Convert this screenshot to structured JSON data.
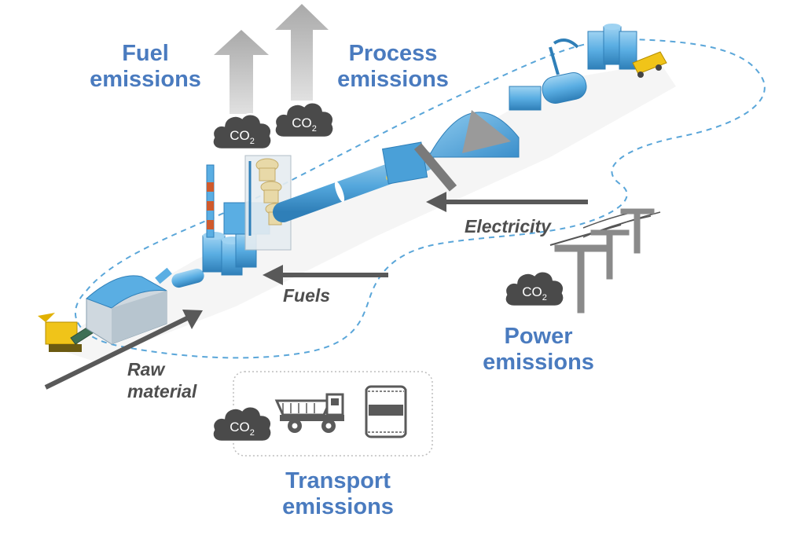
{
  "labels": {
    "fuel_emissions": [
      "Fuel",
      "emissions"
    ],
    "process_emissions": [
      "Process",
      "emissions"
    ],
    "power_emissions": [
      "Power",
      "emissions"
    ],
    "transport_emissions": [
      "Transport",
      "emissions"
    ],
    "electricity": "Electricity",
    "fuels": "Fuels",
    "raw_material": [
      "Raw",
      "material"
    ]
  },
  "co2": {
    "main": "CO",
    "subscript": "2"
  },
  "colors": {
    "label_blue": "#4a7bbf",
    "arrow_grey": "#595959",
    "emission_arrow": "#b8b8b8",
    "cloud": "#4a4a4a",
    "plant_blue": "#5aaee3",
    "plant_blue_dark": "#2f7fb8",
    "route_dash": "#5aa6d9",
    "truck_yellow": "#f0c419",
    "pylon_grey": "#8a8a8a"
  },
  "icons": [
    "co2-cloud-icon",
    "dump-truck-icon",
    "cement-bag-icon",
    "power-pylon-icon",
    "excavator-icon"
  ]
}
